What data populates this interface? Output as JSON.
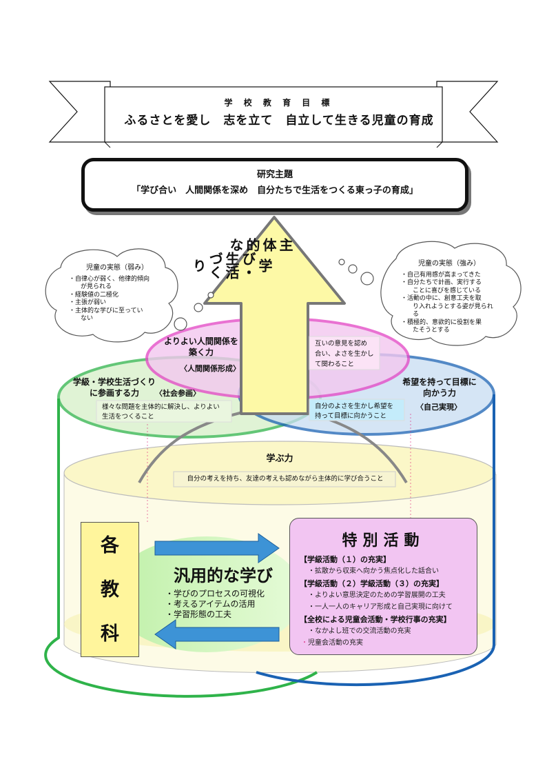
{
  "school_goal": {
    "label": "学 校 教 育 目 標",
    "text": "ふるさとを愛し　志を立て　自立して生きる児童の育成"
  },
  "research_theme": {
    "label": "研究主題",
    "text": "「学び合い　人間関係を深め　自分たちで生活をつくる東っ子の育成」"
  },
  "central_arrow": {
    "lines": [
      "主体的な",
      "学び・生活づくり"
    ]
  },
  "weakness_cloud": {
    "title": "児童の実態（弱み）",
    "items": [
      "・自律心が弱く、他律的傾向\n　が見られる",
      "・経験値の二極化",
      "・主張が弱い",
      "・主体的な学びに至ってい\n　ない"
    ]
  },
  "strength_cloud": {
    "title": "児童の実態（強み）",
    "items": [
      "・自己有用感が高まってきた",
      "・自分たちで計画、実行する\n　ことに喜びを感じている",
      "・活動の中に、創意工夫を取\n　り入れようとする姿が見られ\n　る",
      "・積極的、意欲的に役割を果\n　たそうとする"
    ]
  },
  "relationships": {
    "title": "よりよい人間関係を\n築く力",
    "tag": "〈人間関係形成〉",
    "note": "互いの意見を認め\n合い、よさを生かし\nて関わること"
  },
  "social": {
    "title": "学級・学校生活づくり\nに参画する力",
    "tag": "〈社会参画〉",
    "note": "様々な問題を主体的に解決し、よりよい\n生活をつくること"
  },
  "self_realization": {
    "title": "希望を持って目標に\n向かう力",
    "tag": "〈自己実現〉",
    "note": "自分のよさを生かし希望を\n持って目標に向かうこと"
  },
  "learning_power": {
    "title": "学ぶ力",
    "note": "自分の考えを持ち、友達の考えも認めながら主体的に学び合うこと"
  },
  "subjects": {
    "chars": [
      "各",
      "教",
      "科"
    ]
  },
  "generic_learning": {
    "title": "汎用的な学び",
    "items": [
      "・学びのプロセスの可視化",
      "・考えるアイテムの活用",
      "・学習形態の工夫"
    ]
  },
  "special_activities": {
    "title": "特別活動",
    "sections": [
      {
        "heading": "【学級活動（１）の充実】",
        "items": [
          "・拡散から収束へ向かう焦点化した話合い"
        ]
      },
      {
        "heading": "【学級活動（２）学級活動（３）の充実】",
        "items": [
          "・よりよい意思決定のための学習展開の工夫",
          "・一人一人のキャリア形成と自己実現に向けて"
        ]
      },
      {
        "heading": "【全校による児童会活動・学校行事の充実】",
        "items": [
          "・なかよし班での交流活動の充実",
          "児童会活動の充実"
        ]
      }
    ]
  },
  "colors": {
    "arrow_fill": "#fdf9a6",
    "pink_ring": "#e44fc8",
    "green_ring": "#2fb34a",
    "blue_ring": "#1a62b3",
    "learning_fill": "#fbf7c8",
    "subjects_fill": "#fff59c",
    "generic_fill": "#ccf5b4",
    "special_fill": "#f2c5f2",
    "blue_arrow": "#3d93d6"
  }
}
